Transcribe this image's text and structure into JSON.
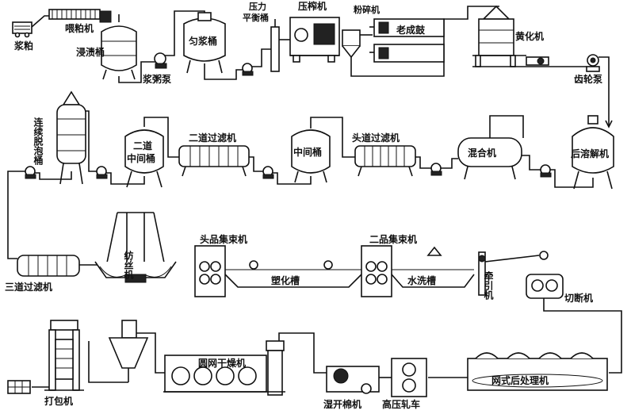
{
  "labels": {
    "pulp": "浆粕",
    "pulp_feeder": "喂粕机",
    "steeping_tank": "浸渍桶",
    "slurry_pump": "浆粥泵",
    "homogenizing_tank": "匀浆桶",
    "pressure_balance_tank_1": "压力",
    "pressure_balance_tank_2": "平衡桶",
    "press": "压榨机",
    "crusher": "粉碎机",
    "aging_drum": "老成鼓",
    "xanthating_machine": "黄化机",
    "gear_pump": "齿轮泵",
    "continuous_deaerator": "连续脱泡桶",
    "second_intermediate_1": "二道",
    "second_intermediate_2": "中间桶",
    "second_filter": "二道过滤机",
    "intermediate_tank": "中间桶",
    "first_filter": "头道过滤机",
    "mixer": "混合机",
    "post_dissolver": "后溶解机",
    "third_filter": "三道过滤机",
    "spinning_machine": "纺丝机",
    "first_collector": "头品集束机",
    "plasticizing_bath": "塑化槽",
    "second_collector": "二品集束机",
    "water_wash_bath": "水洗槽",
    "drawing": "牵引机",
    "cutter": "切断机",
    "baler": "打包机",
    "net_dryer": "圆网干燥机",
    "opener": "湿开棉机",
    "high_pressure_roller": "高压轧车",
    "net_post_treatment": "网式后处理机"
  }
}
